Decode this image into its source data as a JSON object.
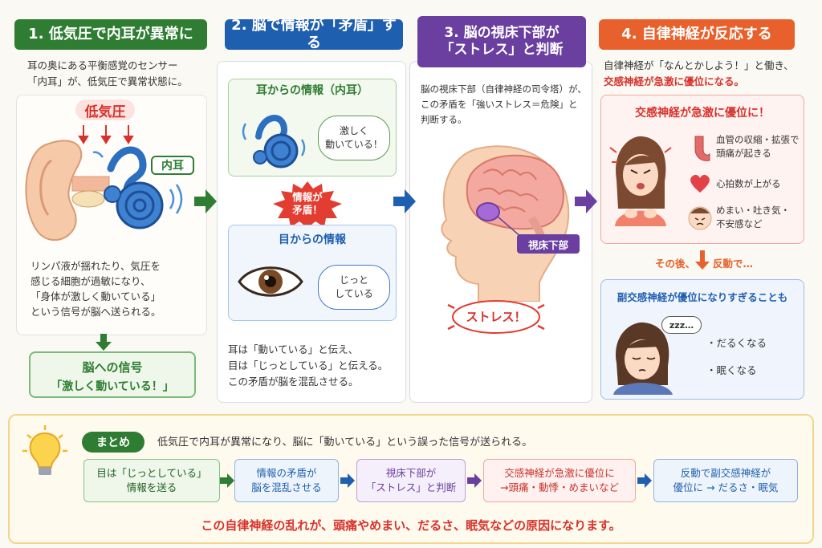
{
  "step1": {
    "header": "1. 低気圧で内耳が異常に",
    "intro1": "耳の奥にある平衡感覚のセンサー",
    "intro2": "「内耳」が、低気圧で異常状態に。",
    "pressure_label": "低気圧",
    "inner_ear_label": "内耳",
    "desc": [
      "リンパ液が揺れたり、気圧を",
      "感じる細胞が過敏になり、",
      "「身体が激しく動いている」",
      "という信号が脳へ送られる。"
    ],
    "signal_title": "脳への信号",
    "signal_text": "「激しく動いている！」"
  },
  "step2": {
    "header": "2. 脳で情報が「矛盾」する",
    "ear_title": "耳からの情報（内耳）",
    "ear_bubble": [
      "激しく",
      "動いている！"
    ],
    "conflict": [
      "情報が",
      "矛盾！"
    ],
    "eye_title": "目からの情報",
    "eye_bubble": [
      "じっと",
      "している"
    ],
    "desc": [
      "耳は「動いている」と伝え、",
      "目は「じっとしている」と伝える。",
      "この矛盾が脳を混乱させる。"
    ]
  },
  "step3": {
    "header": [
      "3. 脳の視床下部が",
      "「ストレス」と判断"
    ],
    "desc": [
      "脳の視床下部（自律神経の司令塔）が、",
      "この矛盾を「強いストレス＝危険」と",
      "判断する。"
    ],
    "hypothalamus_label": "視床下部",
    "stress_label": "ストレス！"
  },
  "step4": {
    "header": "4. 自律神経が反応する",
    "intro1": "自律神経が「なんとかしよう！」と働き、",
    "intro2": "交感神経が急激に優位になる。",
    "sympathetic_title": "交感神経が急激に優位に！",
    "symptoms": [
      [
        "血管の収縮・拡張で",
        "頭痛が起きる"
      ],
      [
        "心拍数が上がる"
      ],
      [
        "めまい・吐き気・",
        "不安感など"
      ]
    ],
    "after": "その後、",
    "rebound": "反動で…",
    "parasympathetic_title": "副交感神経が優位になりすぎることも",
    "zzz": "zzz…",
    "para_symptoms": [
      "・だるくなる",
      "・眠くなる"
    ]
  },
  "summary": {
    "label": "まとめ",
    "text": "低気圧で内耳が異常になり、脳に「動いている」という誤った信号が送られる。",
    "flow": [
      [
        "目は「じっとしている」",
        "情報を送る"
      ],
      [
        "情報の矛盾が",
        "脳を混乱させる"
      ],
      [
        "視床下部が",
        "「ストレス」と判断"
      ],
      [
        "交感神経が急激に優位に",
        "→頭痛・動悸・めまいなど"
      ],
      [
        "反動で副交感神経が",
        "優位に → だるさ・眠気"
      ]
    ],
    "conclusion": "この自律神経の乱れが、頭痛やめまい、だるさ、眠気などの原因になります。"
  },
  "colors": {
    "green": "#2e7d32",
    "blue": "#1f5fb0",
    "purple": "#6a3fa0",
    "orange": "#e8612c",
    "red": "#d9312b"
  }
}
